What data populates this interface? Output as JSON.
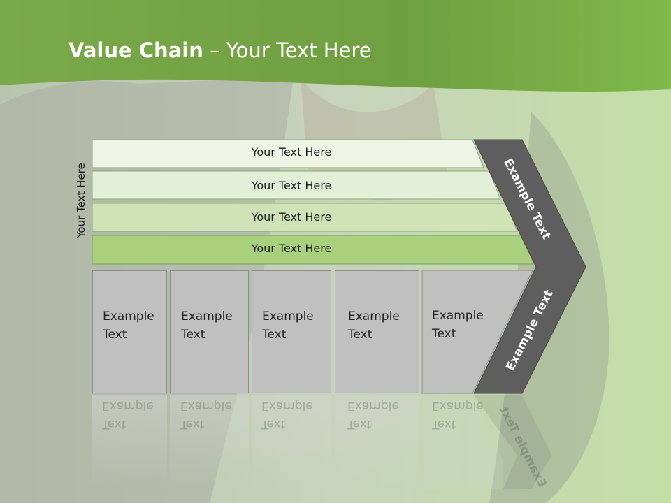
{
  "title": {
    "bold": "Value Chain",
    "rest": " – Your Text Here"
  },
  "side_label": "Your Text Here",
  "rows": [
    {
      "label": "Your Text Here"
    },
    {
      "label": "Your Text Here"
    },
    {
      "label": "Your Text Here"
    },
    {
      "label": "Your Text Here"
    }
  ],
  "boxes": [
    {
      "line1": "Example",
      "line2": "Text"
    },
    {
      "line1": "Example",
      "line2": "Text"
    },
    {
      "line1": "Example",
      "line2": "Text"
    },
    {
      "line1": "Example",
      "line2": "Text"
    },
    {
      "line1": "Example",
      "line2": "Text"
    }
  ],
  "chevron": {
    "upper": "Example Text",
    "lower": "Example Text"
  },
  "colors": {
    "header": "#7fb24a",
    "row_fills": [
      "#eef5e7",
      "#e3efd6",
      "#cfe3b6",
      "#a9d07d"
    ],
    "chevron": "#5e5e5e",
    "box": "#c0c0c0"
  }
}
